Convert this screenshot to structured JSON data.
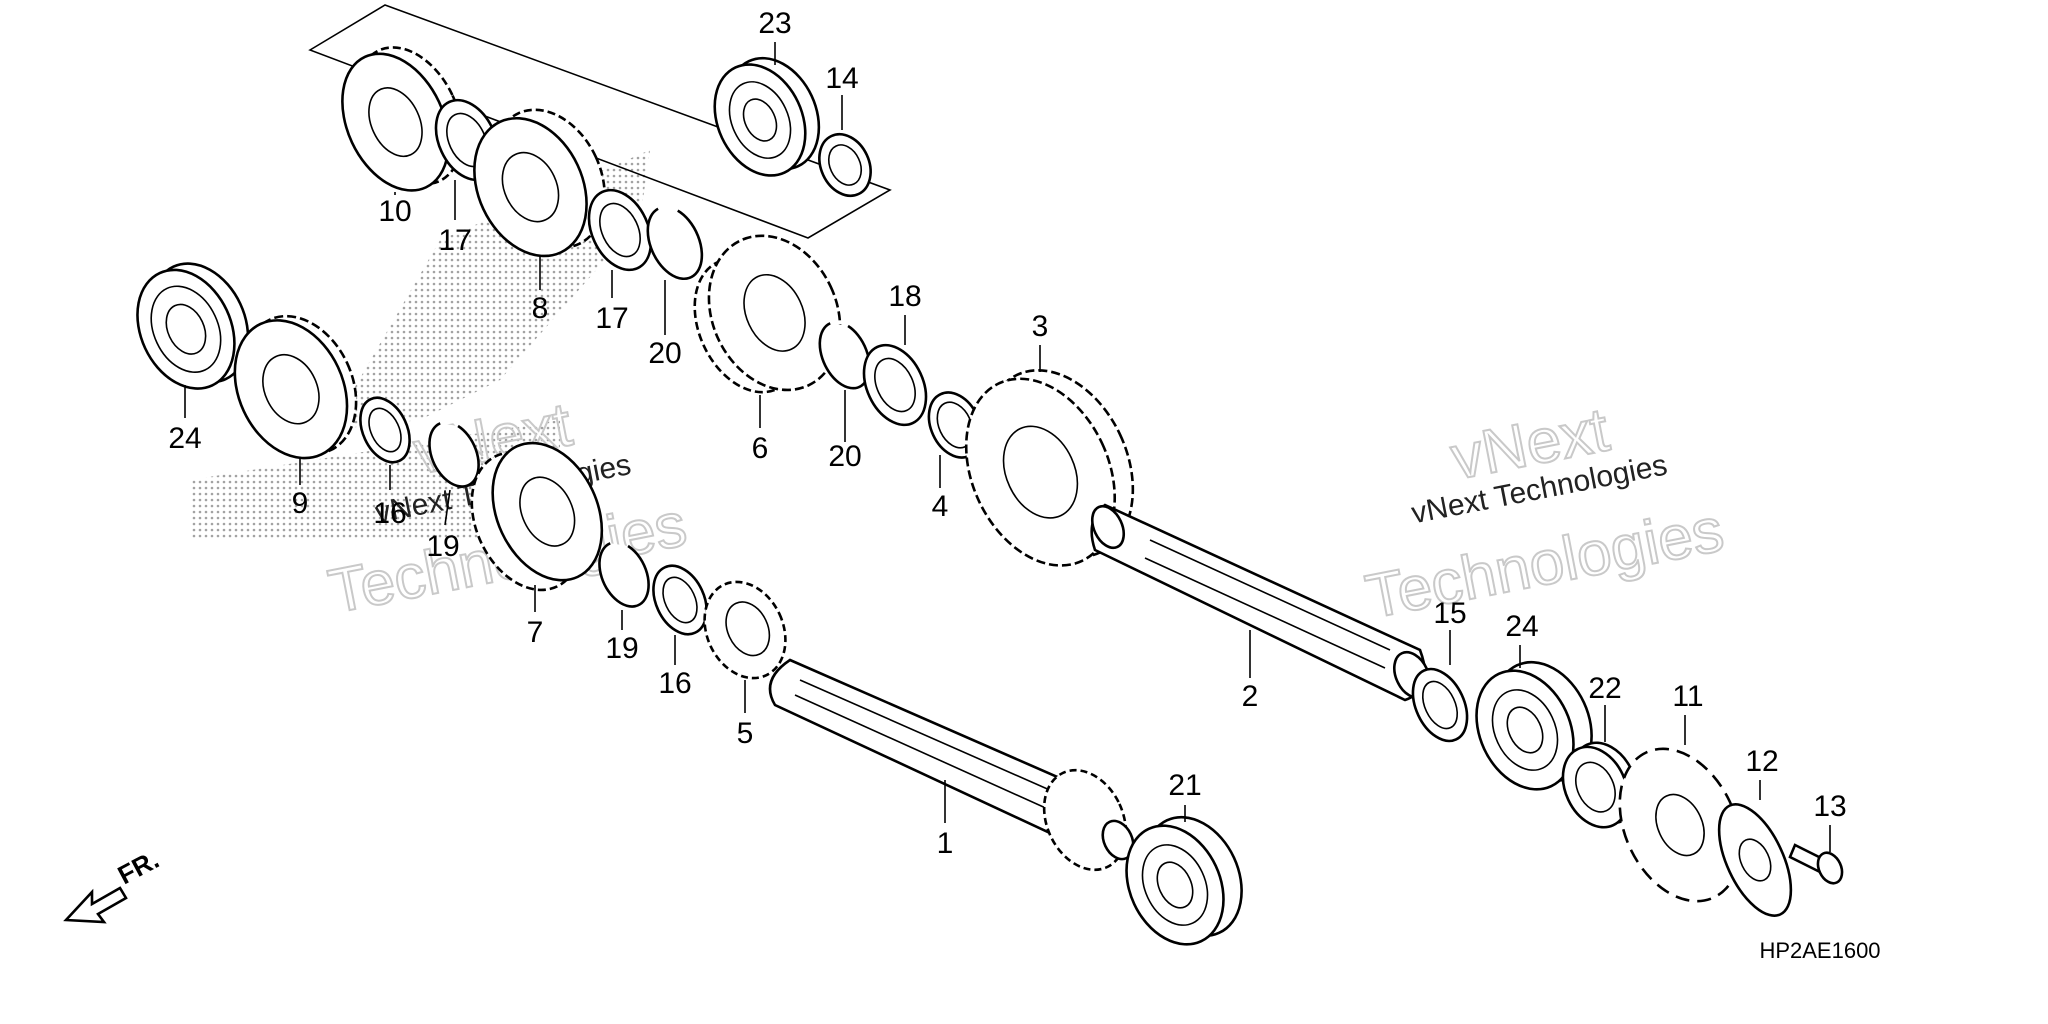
{
  "diagram_code": "HP2AE1600",
  "direction_label": "FR.",
  "watermarks": [
    "vNext Technologies",
    "vNext",
    "Technologies"
  ],
  "callouts": [
    "1",
    "2",
    "3",
    "4",
    "5",
    "6",
    "7",
    "8",
    "9",
    "10",
    "11",
    "12",
    "13",
    "14",
    "15",
    "16",
    "16",
    "17",
    "17",
    "18",
    "19",
    "19",
    "20",
    "20",
    "21",
    "22",
    "23",
    "24",
    "24"
  ]
}
